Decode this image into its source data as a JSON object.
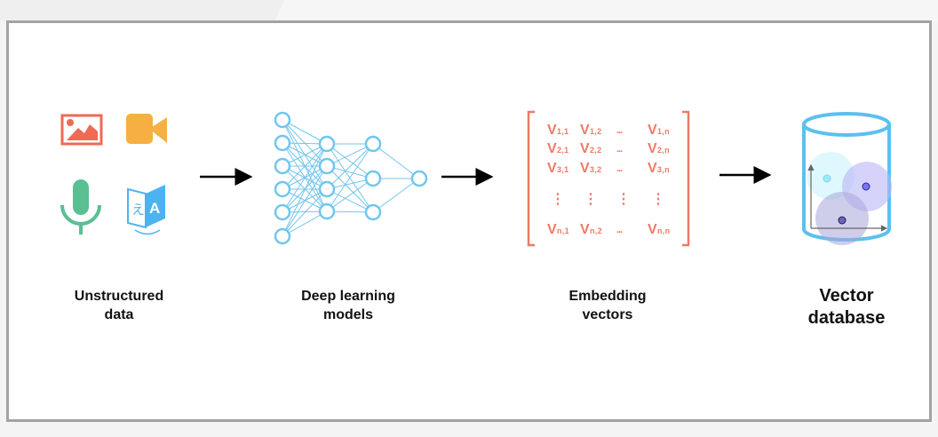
{
  "stages": [
    {
      "label_line1": "Unstructured",
      "label_line2": "data",
      "icons": [
        "image-icon",
        "video-camera-icon",
        "microphone-icon",
        "translate-icon"
      ]
    },
    {
      "label_line1": "Deep learning",
      "label_line2": "models"
    },
    {
      "label_line1": "Embedding",
      "label_line2": "vectors"
    },
    {
      "label_line1": "Vector",
      "label_line2": "database"
    }
  ],
  "matrix": {
    "rows": [
      [
        "V1,1",
        "V1,2",
        "...",
        "V1,n"
      ],
      [
        "V2,1",
        "V2,2",
        "...",
        "V2,n"
      ],
      [
        "V3,1",
        "V3,2",
        "...",
        "V3,n"
      ],
      [
        "⋮",
        "⋮",
        "⋮",
        "⋮"
      ],
      [
        "Vn,1",
        "Vn,2",
        "...",
        "Vn,n"
      ]
    ]
  },
  "icon_translate_glyphs": {
    "left": "え",
    "right": "A"
  },
  "colors": {
    "image": "#ee6a55",
    "video": "#f5b041",
    "mic": "#5bbf94",
    "translate": "#4db3f0",
    "network": "#72c6ee",
    "matrix": "#ee7a66",
    "cylinder": "#5cc0ef",
    "frame": "#a3a3a3"
  }
}
